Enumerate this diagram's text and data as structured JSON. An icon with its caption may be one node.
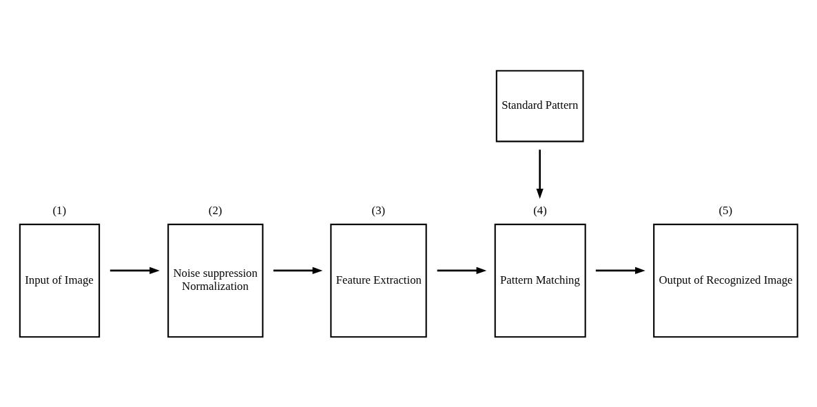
{
  "diagram": {
    "nodes": [
      {
        "text": [
          "Input of Image"
        ],
        "beside": [
          "(1)"
        ]
      },
      {
        "text": [
          "Noise suppression",
          "Normalization"
        ],
        "beside": [
          "(2)"
        ]
      },
      {
        "text": [
          "Feature Extraction"
        ],
        "beside": [
          "(3)"
        ]
      },
      {
        "text": [
          "Pattern Matching"
        ],
        "beside": [
          "(4)"
        ]
      },
      {
        "text": [
          "Output of Recognized Image"
        ],
        "beside": [
          "(5)"
        ]
      },
      {
        "text": [
          "Standard Pattern"
        ]
      }
    ],
    "edges": [
      {
        "from": 0,
        "to": 1,
        "arrow": "to"
      },
      {
        "from": 1,
        "to": 2,
        "arrow": "to"
      },
      {
        "from": 2,
        "to": 3,
        "arrow": "to"
      },
      {
        "from": 3,
        "to": 4,
        "arrow": "to"
      },
      {
        "from": 5,
        "to": 3,
        "arrow": "to"
      }
    ]
  }
}
